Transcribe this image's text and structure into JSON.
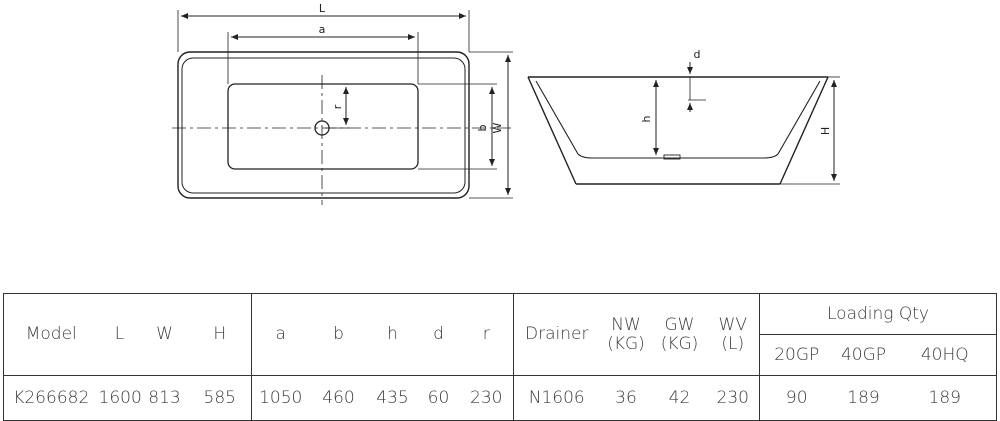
{
  "drawing": {
    "top_view_labels": {
      "length": "L",
      "inner_length": "a",
      "inner_width": "b",
      "width": "W",
      "radius": "r"
    },
    "side_view_labels": {
      "depth": "d",
      "inner_height": "h",
      "height": "H"
    }
  },
  "table": {
    "headers": {
      "model": "Model",
      "L": "L",
      "W": "W",
      "H": "H",
      "a": "a",
      "b": "b",
      "h": "h",
      "d": "d",
      "r": "r",
      "drainer": "Drainer",
      "nw_line1": "NW",
      "nw_line2": "(KG)",
      "gw_line1": "GW",
      "gw_line2": "(KG)",
      "wv_line1": "WV",
      "wv_line2": "(L)",
      "loading": "Loading Qty",
      "gp20": "20GP",
      "gp40": "40GP",
      "hq40": "40HQ"
    },
    "row": {
      "model": "K266682",
      "L": "1600",
      "W": "813",
      "H": "585",
      "a": "1050",
      "b": "460",
      "h": "435",
      "d": "60",
      "r": "230",
      "drainer": "N1606",
      "nw": "36",
      "gw": "42",
      "wv": "230",
      "gp20": "90",
      "gp40": "189",
      "hq40": "189"
    }
  }
}
